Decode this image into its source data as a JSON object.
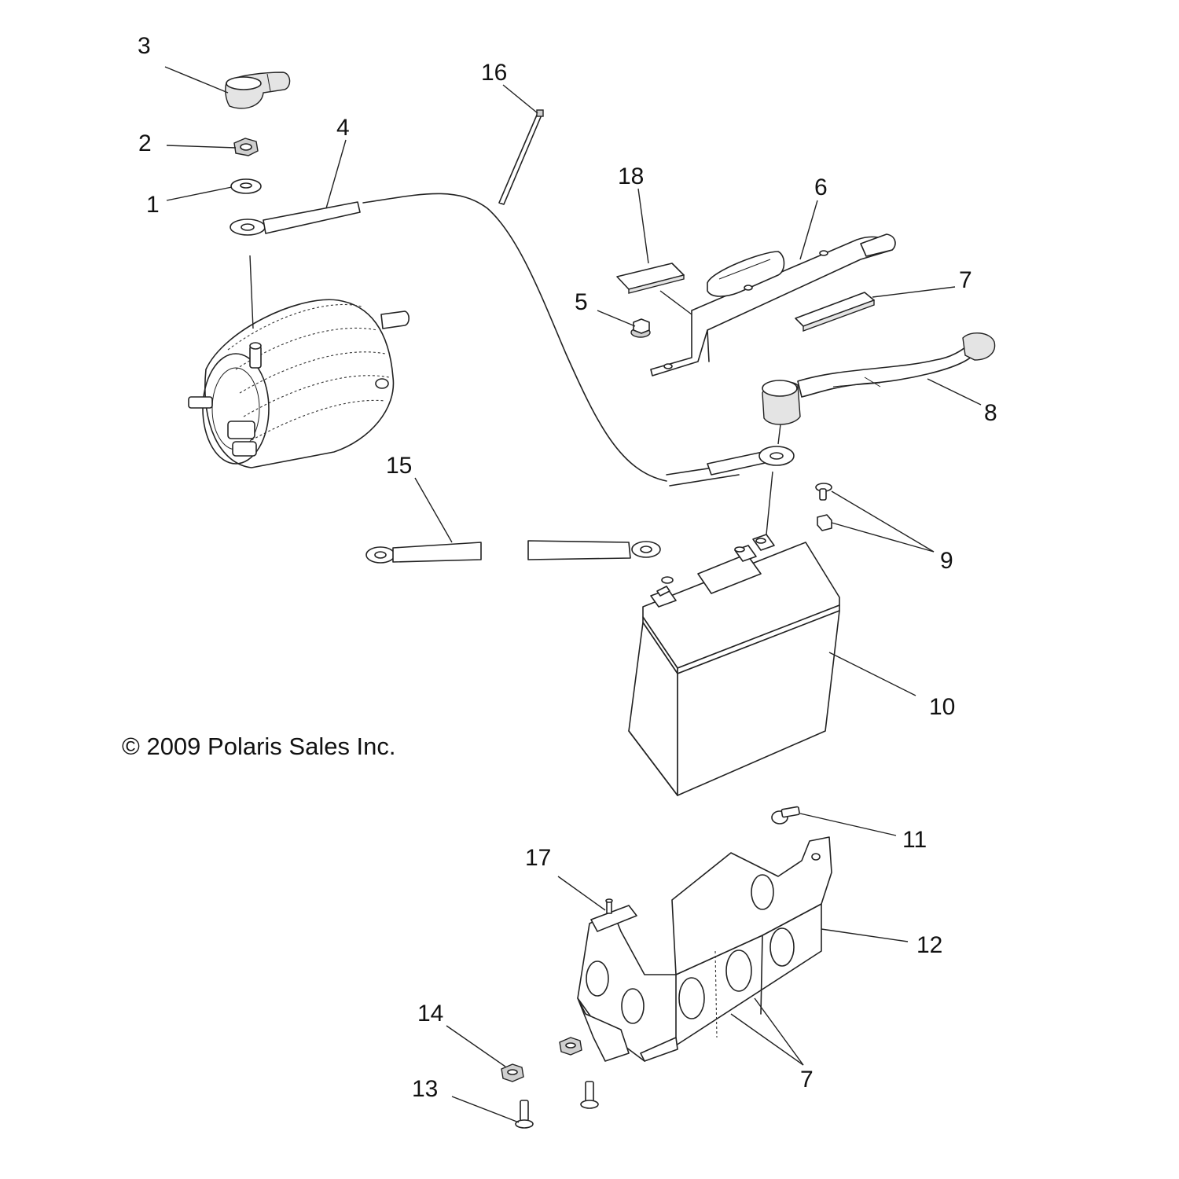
{
  "copyright": "© 2009 Polaris Sales Inc.",
  "callouts": [
    {
      "id": "callout-1",
      "text": "1"
    },
    {
      "id": "callout-2",
      "text": "2"
    },
    {
      "id": "callout-3",
      "text": "3"
    },
    {
      "id": "callout-4",
      "text": "4"
    },
    {
      "id": "callout-5",
      "text": "5"
    },
    {
      "id": "callout-6",
      "text": "6"
    },
    {
      "id": "callout-7a",
      "text": "7"
    },
    {
      "id": "callout-7b",
      "text": "7"
    },
    {
      "id": "callout-8",
      "text": "8"
    },
    {
      "id": "callout-9",
      "text": "9"
    },
    {
      "id": "callout-10",
      "text": "10"
    },
    {
      "id": "callout-11",
      "text": "11"
    },
    {
      "id": "callout-12",
      "text": "12"
    },
    {
      "id": "callout-13",
      "text": "13"
    },
    {
      "id": "callout-14",
      "text": "14"
    },
    {
      "id": "callout-15",
      "text": "15"
    },
    {
      "id": "callout-16",
      "text": "16"
    },
    {
      "id": "callout-17",
      "text": "17"
    },
    {
      "id": "callout-18",
      "text": "18"
    }
  ]
}
